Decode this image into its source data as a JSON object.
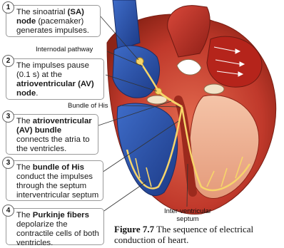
{
  "steps": [
    {
      "num": "1",
      "pre": "The sinoatrial ",
      "bold": "(SA) node",
      "post": " (pacemaker) generates impulses."
    },
    {
      "num": "2",
      "pre": "The impulses pause (0.1 s) at the ",
      "bold": "atrioventricular (AV) node",
      "post": "."
    },
    {
      "num": "3",
      "pre": "The ",
      "bold": "atrioventricular (AV) bundle",
      "post": " connects the atria to the ventricles."
    },
    {
      "num": "3",
      "pre": "The ",
      "bold": "bundle of His",
      "post": " conduct the impulses through the septum interventricular septum"
    },
    {
      "num": "4",
      "pre": "The ",
      "bold": "Purkinje fibers",
      "post": " depolarize the contractile cells of both ventricles."
    }
  ],
  "labels": {
    "internodal": "Internodal pathway",
    "bundle_of_his": "Bundle of His",
    "septum_line1": "Inter-ventricular",
    "septum_line2": "septum"
  },
  "caption": {
    "figure": "Figure 7.7",
    "text": "The sequence of electrical conduction of heart."
  },
  "colors": {
    "muscle": "#c0392b",
    "deoxygenated": "#2b50a8",
    "conduction": "#f2d27a",
    "box_border": "#9a9a9a"
  }
}
